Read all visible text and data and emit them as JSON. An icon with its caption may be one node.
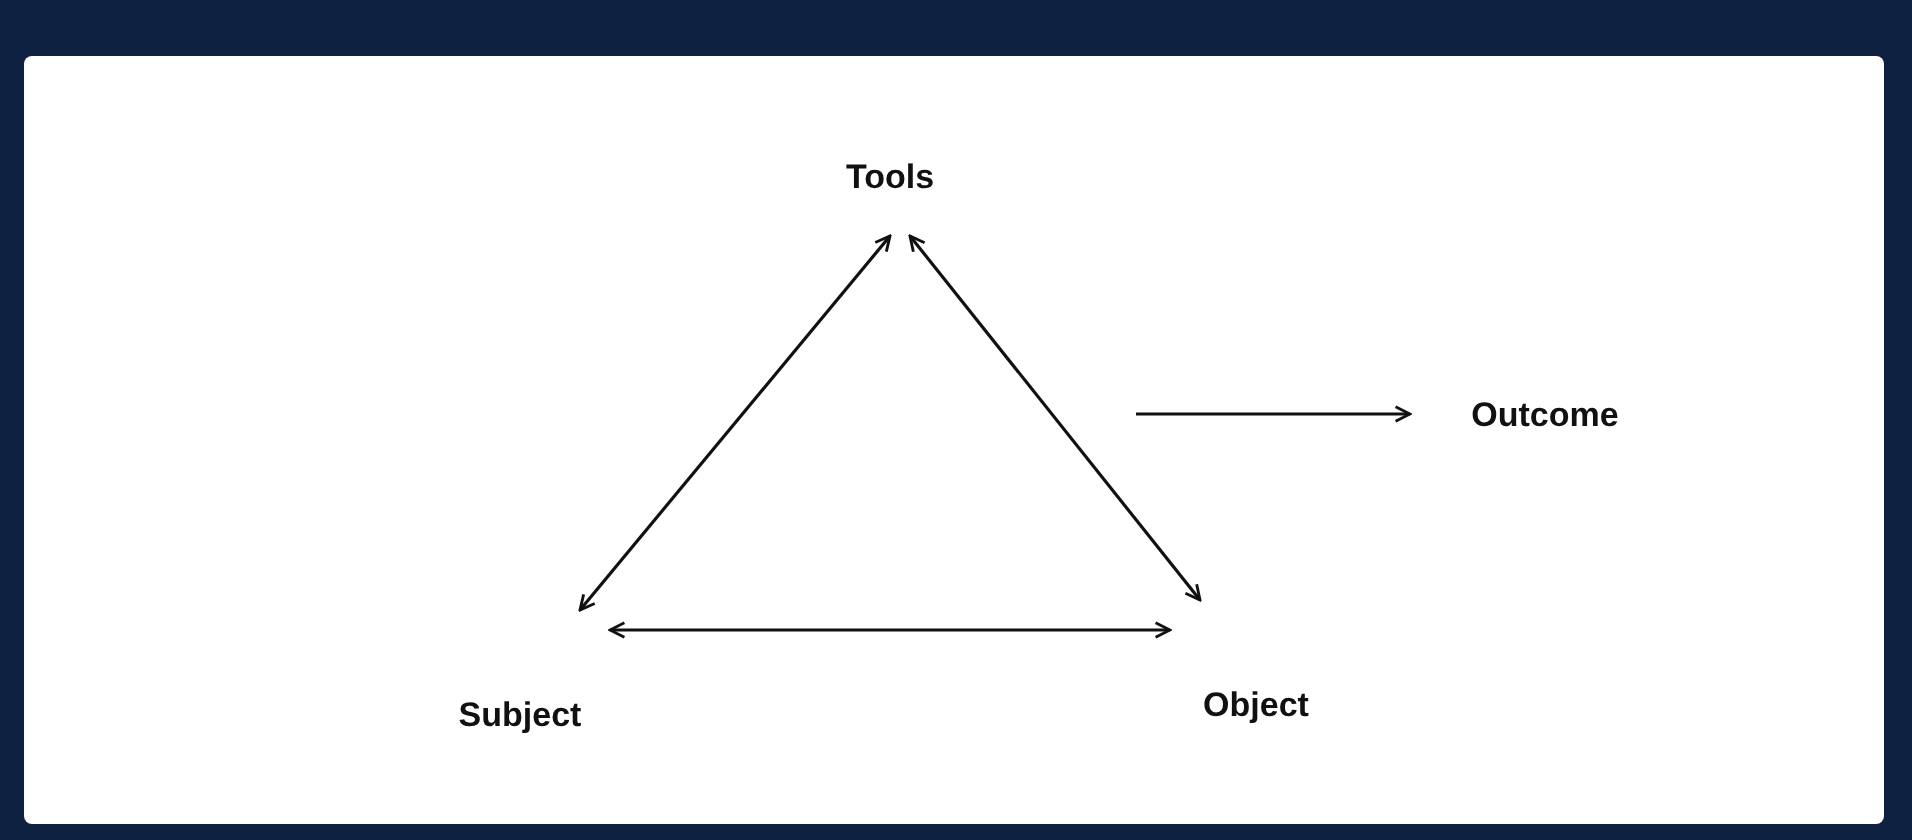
{
  "diagram": {
    "nodes": [
      {
        "text": [
          "Tools"
        ]
      },
      {
        "text": [
          "Subject"
        ]
      },
      {
        "text": [
          "Object"
        ]
      },
      {
        "text": [
          "Outcome"
        ]
      }
    ],
    "edges": [
      {
        "from": 0,
        "to": 1,
        "arrow": "both"
      },
      {
        "from": 0,
        "to": 2,
        "arrow": "both"
      },
      {
        "from": 1,
        "to": 2,
        "arrow": "both"
      },
      {
        "from": null,
        "to": 3,
        "arrow": "to"
      }
    ]
  }
}
